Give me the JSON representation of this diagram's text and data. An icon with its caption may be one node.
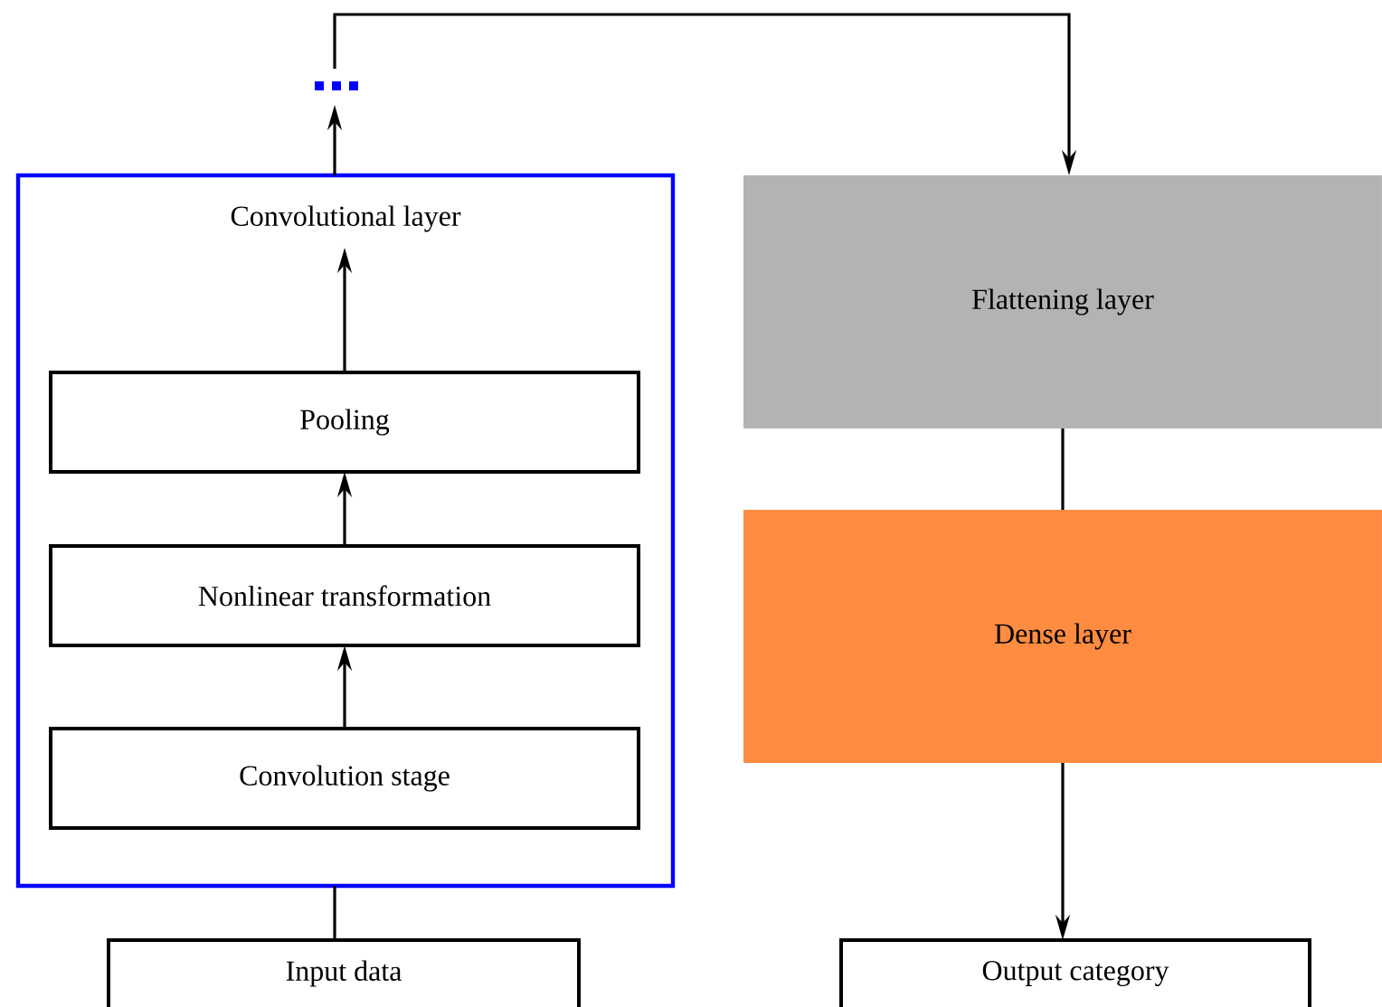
{
  "diagram": {
    "nodes": [
      {
        "text": [
          "Convolutional layer"
        ]
      },
      {
        "text": [
          "Pooling"
        ],
        "in": 0
      },
      {
        "text": [
          "Nonlinear transformation"
        ],
        "in": 0
      },
      {
        "text": [
          "Convolution stage"
        ],
        "in": 0
      },
      {
        "text": [
          "Flattening layer"
        ]
      },
      {
        "text": [
          "Dense layer"
        ]
      },
      {
        "text": [
          "Input data"
        ]
      },
      {
        "text": [
          "Output category"
        ]
      },
      {
        "text": [],
        "shape": "dots"
      }
    ],
    "edges": [
      {
        "from": 6,
        "to": 0,
        "arrow": "none"
      },
      {
        "from": 3,
        "to": 2,
        "arrow": "to"
      },
      {
        "from": 2,
        "to": 1,
        "arrow": "to"
      },
      {
        "from": 1,
        "to": 0,
        "arrow": "to"
      },
      {
        "from": 0,
        "to": 8,
        "arrow": "to"
      },
      {
        "from": 8,
        "to": 4,
        "arrow": "to"
      },
      {
        "from": 4,
        "to": 5,
        "arrow": "none"
      },
      {
        "from": 5,
        "to": 7,
        "arrow": "to"
      }
    ]
  }
}
